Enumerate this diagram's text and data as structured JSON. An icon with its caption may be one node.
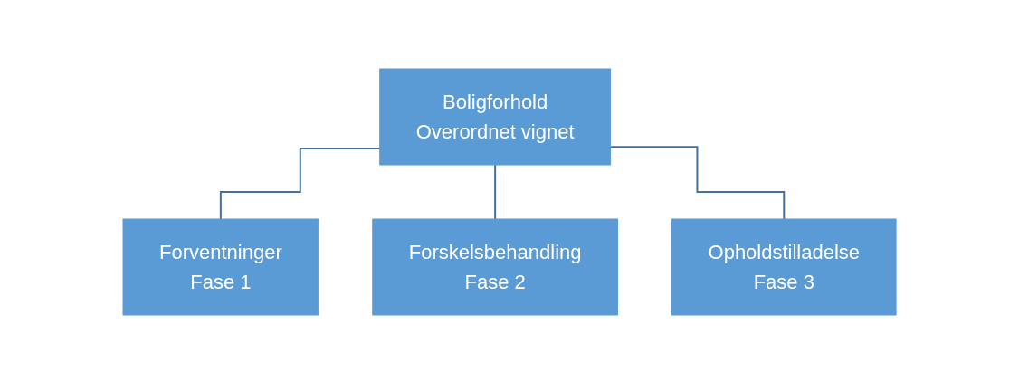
{
  "diagram": {
    "nodes": [
      {
        "text": [
          "Boligforhold",
          "Overordnet vignet"
        ]
      },
      {
        "text": [
          "Forventninger",
          "Fase 1"
        ]
      },
      {
        "text": [
          "Forskelsbehandling",
          "Fase 2"
        ]
      },
      {
        "text": [
          "Opholdstilladelse",
          "Fase 3"
        ]
      }
    ],
    "edges": [
      {
        "from": 0,
        "to": 1,
        "arrow": "none"
      },
      {
        "from": 0,
        "to": 2,
        "arrow": "none"
      },
      {
        "from": 0,
        "to": 3,
        "arrow": "none"
      }
    ]
  }
}
